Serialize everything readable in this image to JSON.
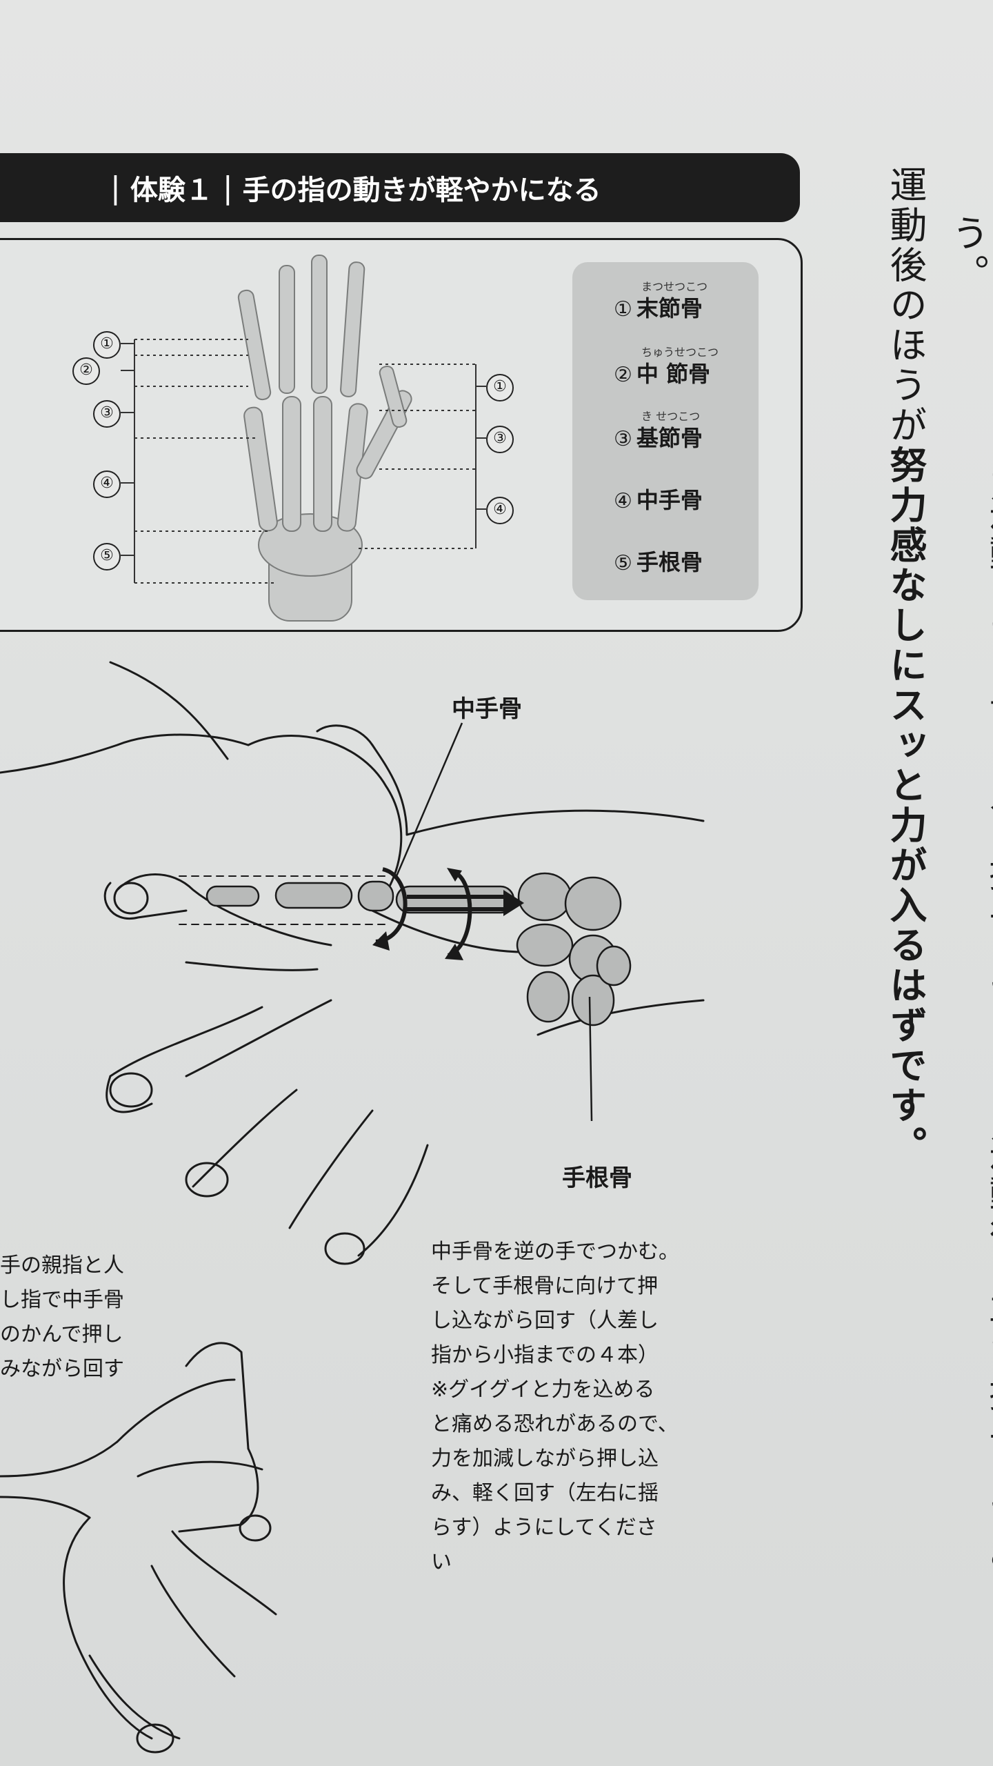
{
  "header": {
    "experiment_tag": "体験１",
    "title": "手の指の動きが軽やかになる"
  },
  "bone_legend": {
    "items": [
      {
        "num": "①",
        "name": "末節骨",
        "ruby": "まつせつこつ"
      },
      {
        "num": "②",
        "name": "中 節骨",
        "ruby": "ちゅうせつこつ"
      },
      {
        "num": "③",
        "name": "基節骨",
        "ruby": "き せつこつ"
      },
      {
        "num": "④",
        "name": "中手骨",
        "ruby": ""
      },
      {
        "num": "⑤",
        "name": "手根骨",
        "ruby": ""
      }
    ]
  },
  "skeleton_callouts": {
    "left": [
      "①",
      "②",
      "③",
      "④",
      "⑤"
    ],
    "right": [
      "①",
      "③",
      "④"
    ]
  },
  "illustration": {
    "label_metacarpal": "中手骨",
    "label_carpal": "手根骨"
  },
  "captions": {
    "main": [
      "中手骨を逆の手でつかむ。",
      "そして手根骨に向けて押",
      "し込ながら回す（人差し",
      "指から小指までの４本）",
      "※グイグイと力を込める",
      "と痛める恐れがあるので、",
      "力を加減しながら押し込",
      "み、軽く回す（左右に揺",
      "らす）ようにしてくださ",
      "い"
    ],
    "left_partial": [
      "手の親指と人",
      "し指で中手骨",
      "のかんで押し",
      "みながら回す"
    ]
  },
  "body_text": {
    "col1": "あるいは、この運動をする前に人と握手しておき、運動後に再び握手してみましょう。",
    "col2_normal": "運動後のほうが",
    "col2_bold": "努力感なしにスッと力が入るはずです。"
  }
}
